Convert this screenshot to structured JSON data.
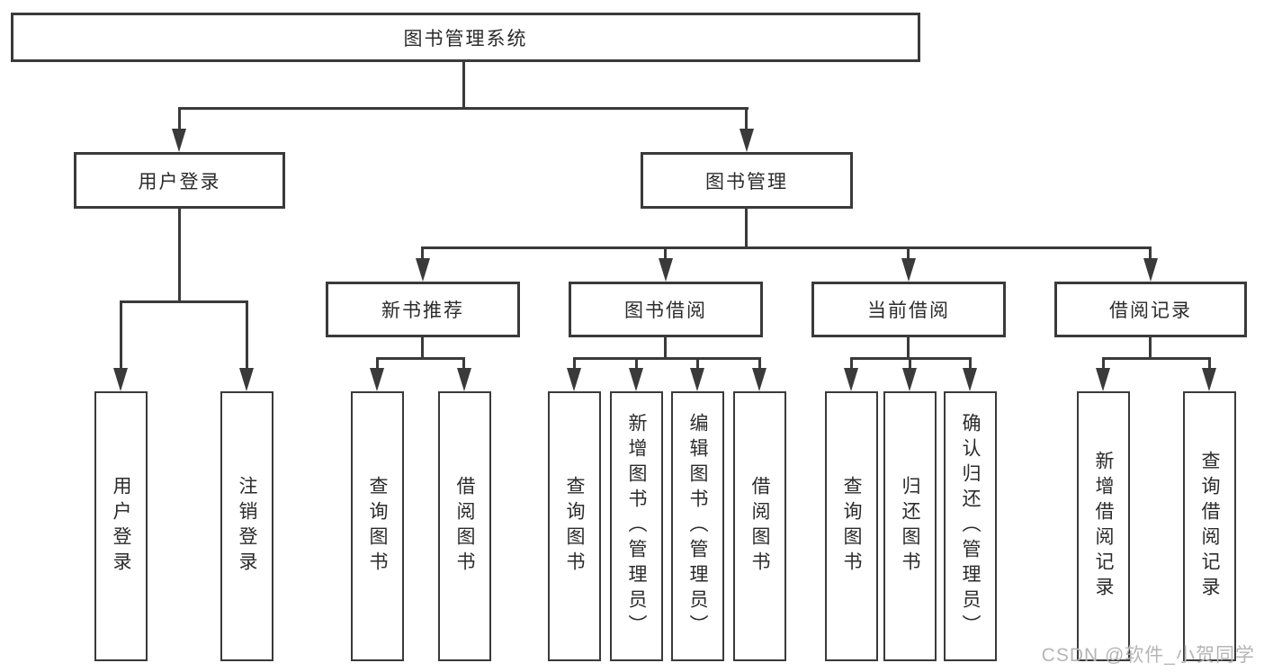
{
  "diagram": {
    "root": {
      "label": "图书管理系统"
    },
    "level2": [
      {
        "label": "用户登录"
      },
      {
        "label": "图书管理"
      }
    ],
    "level3": [
      {
        "label": "新书推荐"
      },
      {
        "label": "图书借阅"
      },
      {
        "label": "当前借阅"
      },
      {
        "label": "借阅记录"
      }
    ],
    "leaves": {
      "user_login": [
        "用户登录",
        "注销登录"
      ],
      "new_book": [
        "查询图书",
        "借阅图书"
      ],
      "book_borrow": [
        "查询图书",
        "新增图书（管理员）",
        "编辑图书（管理员）",
        "借阅图书"
      ],
      "current_borrow": [
        "查询图书",
        "归还图书",
        "确认归还（管理员）"
      ],
      "borrow_records": [
        "新增借阅记录",
        "查询借阅记录"
      ]
    }
  },
  "watermark": {
    "text": "CSDN @软件_小贺同学"
  },
  "colors": {
    "line": "#3a3a3a",
    "text": "#2b2b2b",
    "watermark": "#b5b5b5",
    "background": "#ffffff"
  }
}
